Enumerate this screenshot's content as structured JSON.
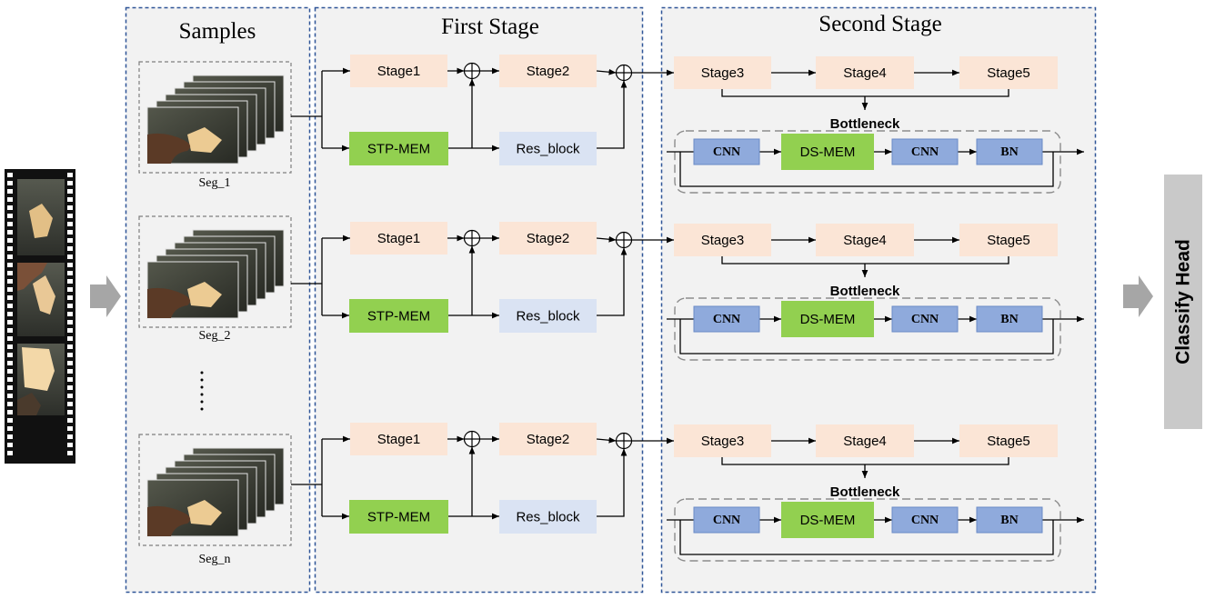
{
  "panels": {
    "samples_title": "Samples",
    "first_stage_title": "First Stage",
    "second_stage_title": "Second Stage"
  },
  "rows": [
    {
      "sample_label": "Seg_1",
      "first_stage": {
        "stage1": "Stage1",
        "stage2": "Stage2",
        "stp_mem": "STP-MEM",
        "res_block": "Res_block"
      },
      "second_stage": {
        "stage3": "Stage3",
        "stage4": "Stage4",
        "stage5": "Stage5"
      },
      "bottleneck": {
        "label": "Bottleneck",
        "blocks": [
          "CNN",
          "DS-MEM",
          "CNN",
          "BN"
        ]
      }
    },
    {
      "sample_label": "Seg_2",
      "first_stage": {
        "stage1": "Stage1",
        "stage2": "Stage2",
        "stp_mem": "STP-MEM",
        "res_block": "Res_block"
      },
      "second_stage": {
        "stage3": "Stage3",
        "stage4": "Stage4",
        "stage5": "Stage5"
      },
      "bottleneck": {
        "label": "Bottleneck",
        "blocks": [
          "CNN",
          "DS-MEM",
          "CNN",
          "BN"
        ]
      }
    },
    {
      "sample_label": "Seg_n",
      "first_stage": {
        "stage1": "Stage1",
        "stage2": "Stage2",
        "stp_mem": "STP-MEM",
        "res_block": "Res_block"
      },
      "second_stage": {
        "stage3": "Stage3",
        "stage4": "Stage4",
        "stage5": "Stage5"
      },
      "bottleneck": {
        "label": "Bottleneck",
        "blocks": [
          "CNN",
          "DS-MEM",
          "CNN",
          "BN"
        ]
      }
    }
  ],
  "classify_head": "Classify Head",
  "icons": {
    "input": "film-strip-icon",
    "flow_arrow": "block-arrow-icon",
    "sum_node": "plus-circle-icon"
  },
  "colors": {
    "panel_fill": "#f2f2f2",
    "panel_border": "#2f5597",
    "stage": "#fbe5d6",
    "memory": "#92d050",
    "res_block": "#dae3f3",
    "conv": "#8faadc",
    "conv_border": "#6a8bc6",
    "block_arrow": "#a6a6a6",
    "classify_head": "#c9c9c9"
  }
}
